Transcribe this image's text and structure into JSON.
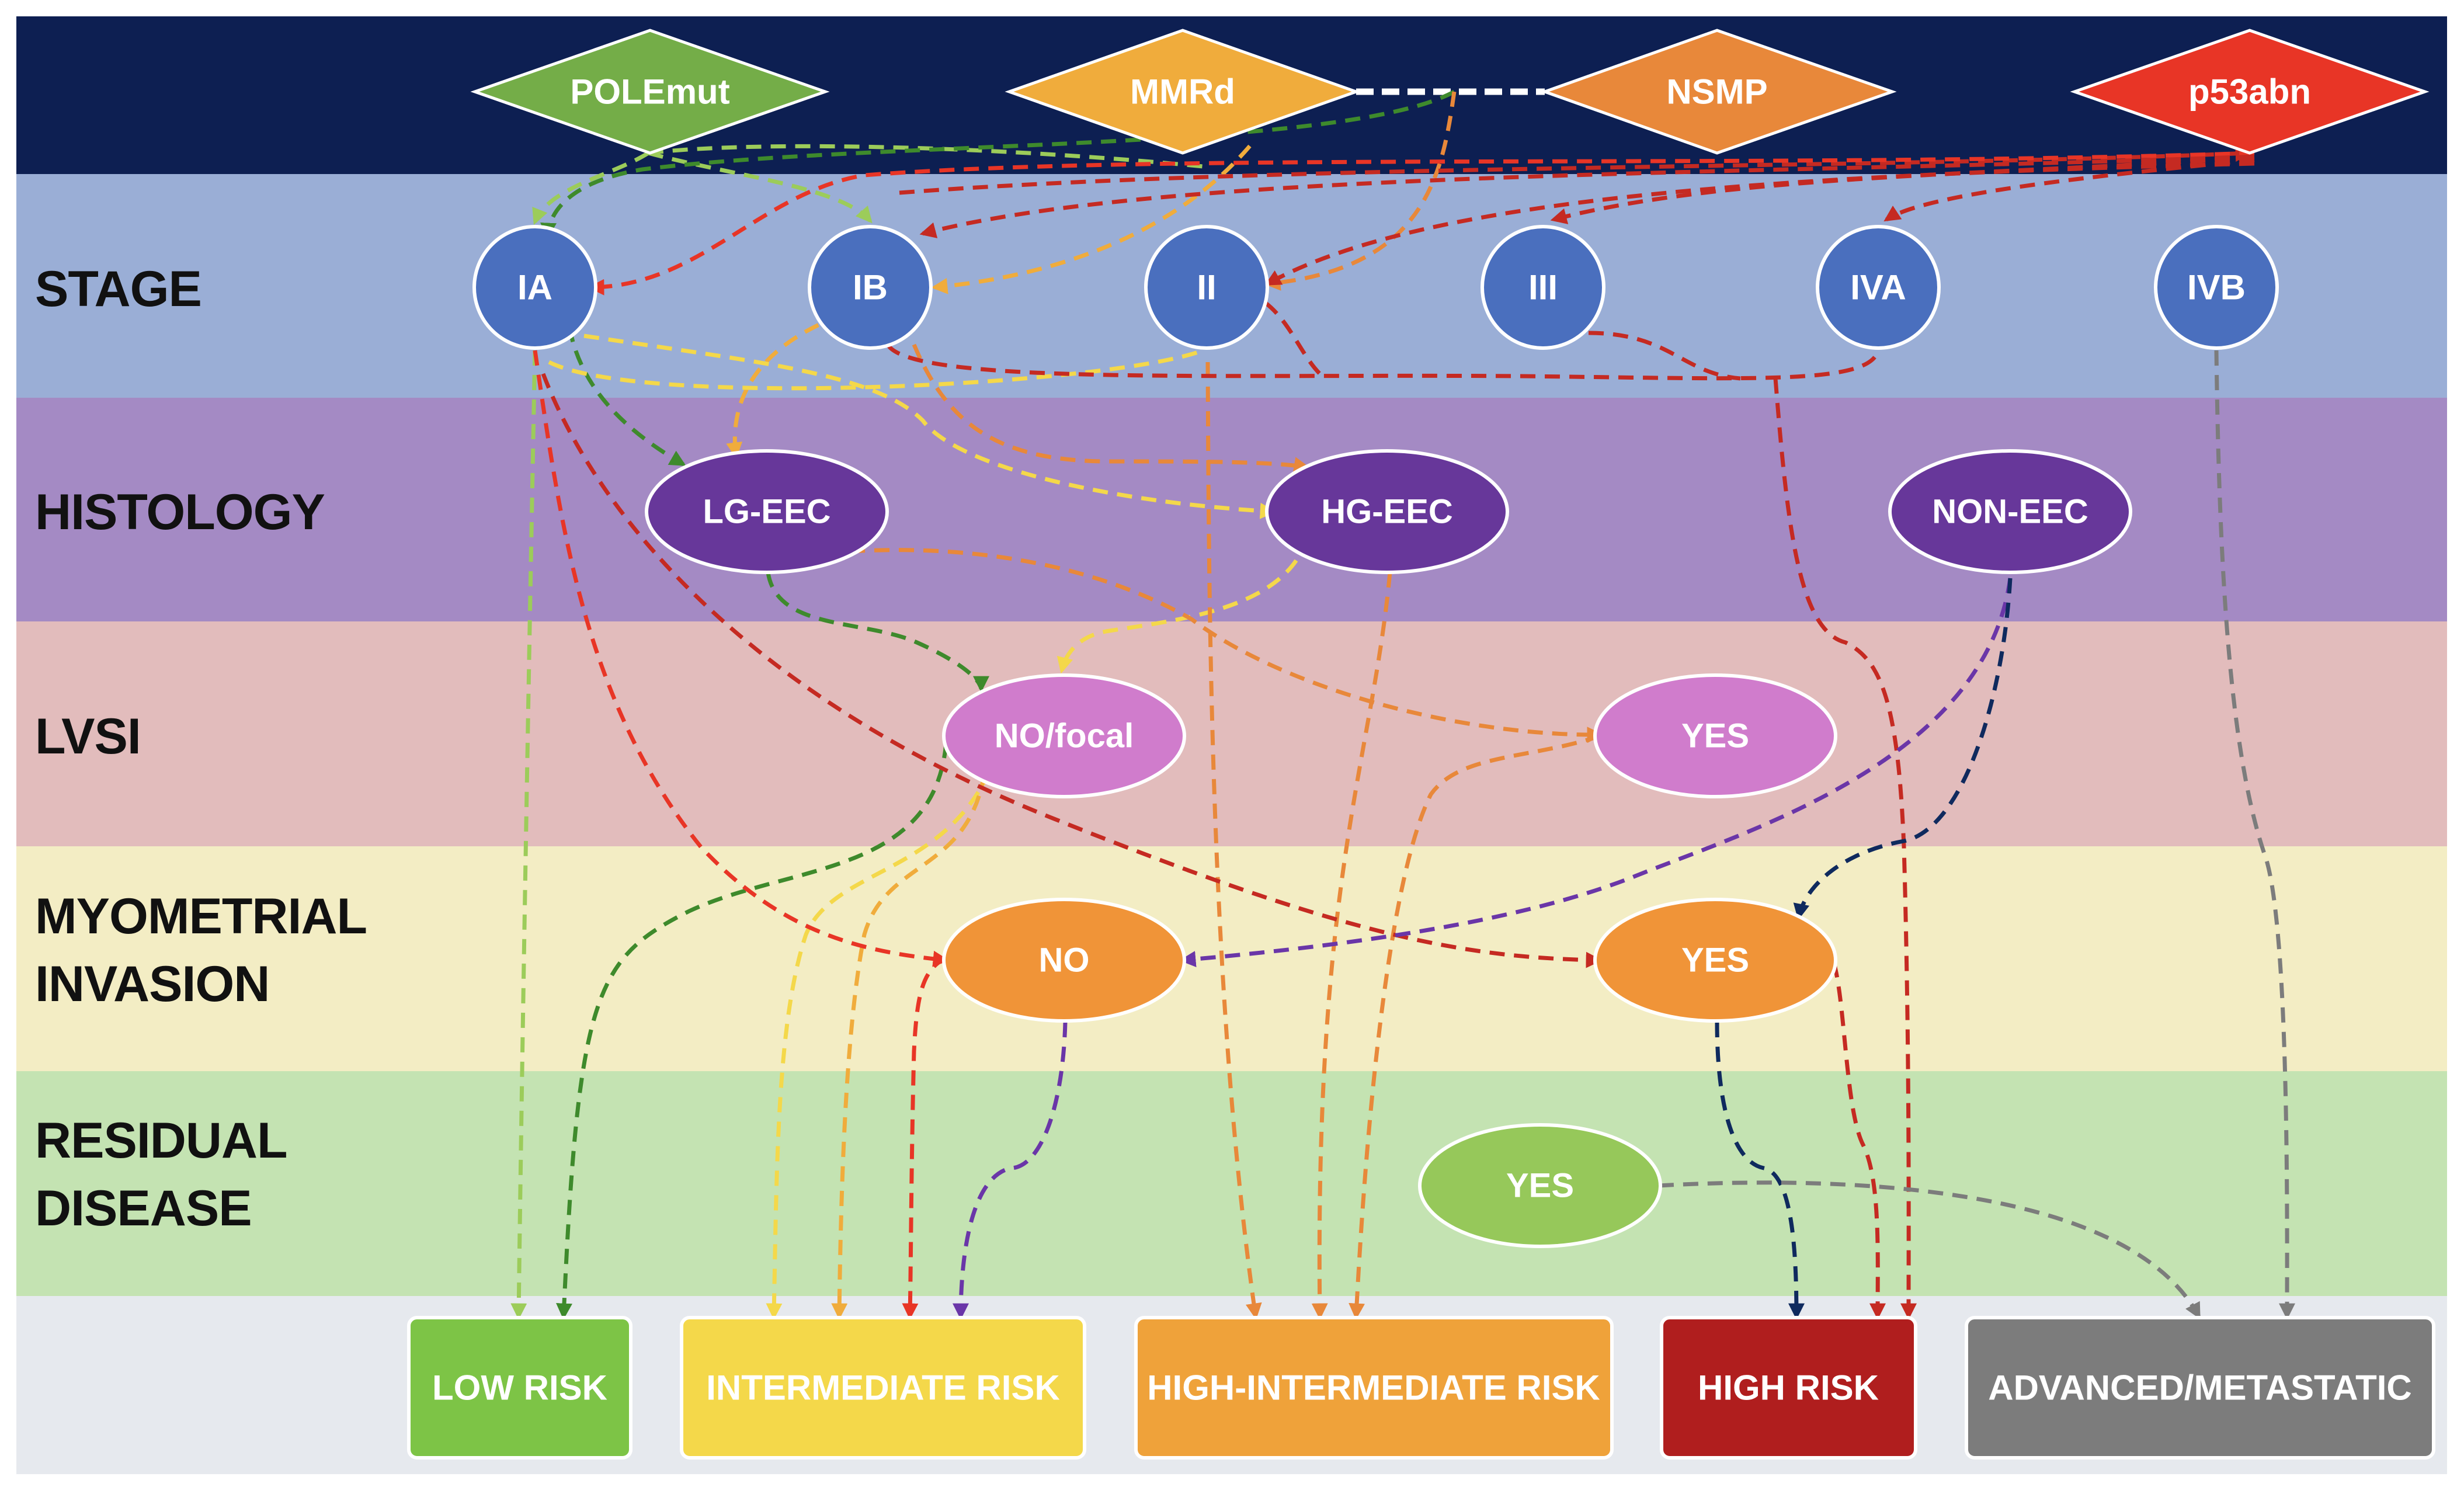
{
  "molecular": {
    "polemut": "POLEmut",
    "mmrd": "MMRd",
    "nsmp": "NSMP",
    "p53abn": "p53abn"
  },
  "rows": {
    "stage": "STAGE",
    "histology": "HISTOLOGY",
    "lvsi": "LVSI",
    "myometrial_1": "MYOMETRIAL",
    "myometrial_2": "INVASION",
    "residual_1": "RESIDUAL",
    "residual_2": "DISEASE"
  },
  "stage": {
    "ia": "IA",
    "ib": "IB",
    "ii": "II",
    "iii": "III",
    "iva": "IVA",
    "ivb": "IVB"
  },
  "histology": {
    "lg_eec": "LG-EEC",
    "hg_eec": "HG-EEC",
    "non_eec": "NON-EEC"
  },
  "lvsi": {
    "no_focal": "NO/focal",
    "yes": "YES"
  },
  "myometrial": {
    "no": "NO",
    "yes": "YES"
  },
  "residual": {
    "yes": "YES"
  },
  "risk": {
    "low": "LOW RISK",
    "intermediate": "INTERMEDIATE RISK",
    "high_intermediate": "HIGH-INTERMEDIATE RISK",
    "high": "HIGH RISK",
    "advanced": "ADVANCED/METASTATIC"
  },
  "colors": {
    "header_band": "#0d1f52",
    "stage_band": "#9aaed6",
    "histology_band": "#a48ac4",
    "lvsi_band": "#e2bcbc",
    "myometrial_band": "#f3edc4",
    "residual_band": "#c4e3b2",
    "risk_band": "#e6e9ee",
    "polemut": "#74ad48",
    "mmrd": "#f0ac3c",
    "nsmp": "#e8883a",
    "p53abn": "#e83526",
    "stage_node": "#4a6fbe",
    "histology_node": "#67379a",
    "lvsi_node": "#d07ccc",
    "myometrial_node": "#f09438",
    "residual_node": "#96c85a",
    "low_risk": "#7dc446",
    "intermediate_risk": "#f4d84a",
    "high_intermediate_risk": "#efa23a",
    "high_risk": "#b01e1e",
    "advanced_risk": "#7c7c7c"
  }
}
